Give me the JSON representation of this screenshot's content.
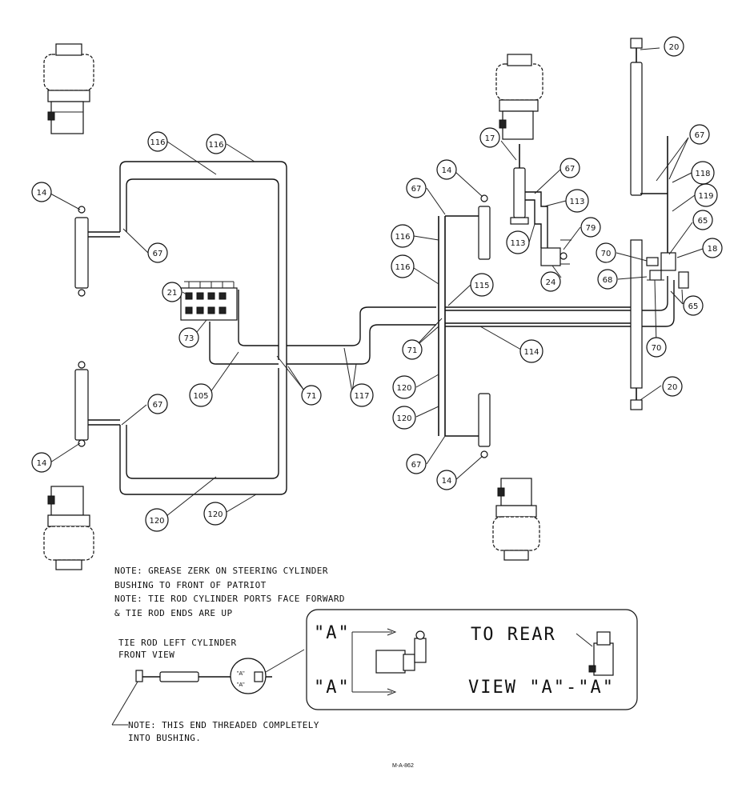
{
  "callouts": {
    "c14a": "14",
    "c14b": "14",
    "c14c": "14",
    "c14d": "14",
    "c116a": "116",
    "c116b": "116",
    "c116c": "116",
    "c116d": "116",
    "c67a": "67",
    "c67b": "67",
    "c67c": "67",
    "c67d": "67",
    "c67e": "67",
    "c67f": "67",
    "c21": "21",
    "c73": "73",
    "c105": "105",
    "c71a": "71",
    "c71b": "71",
    "c117": "117",
    "c120a": "120",
    "c120b": "120",
    "c120c": "120",
    "c120d": "120",
    "c17": "17",
    "c113a": "113",
    "c113b": "113",
    "c79": "79",
    "c24": "24",
    "c115": "115",
    "c114": "114",
    "c20a": "20",
    "c20b": "20",
    "c118": "118",
    "c119": "119",
    "c65a": "65",
    "c65b": "65",
    "c70a": "70",
    "c70b": "70",
    "c68": "68",
    "c18": "18"
  },
  "notes": {
    "line1": "NOTE: GREASE ZERK ON STEERING CYLINDER",
    "line2": "BUSHING TO FRONT OF PATRIOT",
    "line3": "NOTE: TIE ROD CYLINDER PORTS FACE FORWARD",
    "line4": "& TIE ROD ENDS ARE UP"
  },
  "detail": {
    "title1": "TIE ROD LEFT CYLINDER",
    "title2": "FRONT VIEW",
    "thread1": "NOTE: THIS END THREADED COMPLETELY",
    "thread2": "INTO BUSHING.",
    "a_top": "\"A\"",
    "a_bottom": "\"A\"",
    "mini_a_top": "\"A\"",
    "mini_a_bottom": "\"A\"",
    "to_rear": "TO REAR",
    "view_label": "VIEW \"A\"-\"A\""
  },
  "drawing_number": "M-A-862"
}
